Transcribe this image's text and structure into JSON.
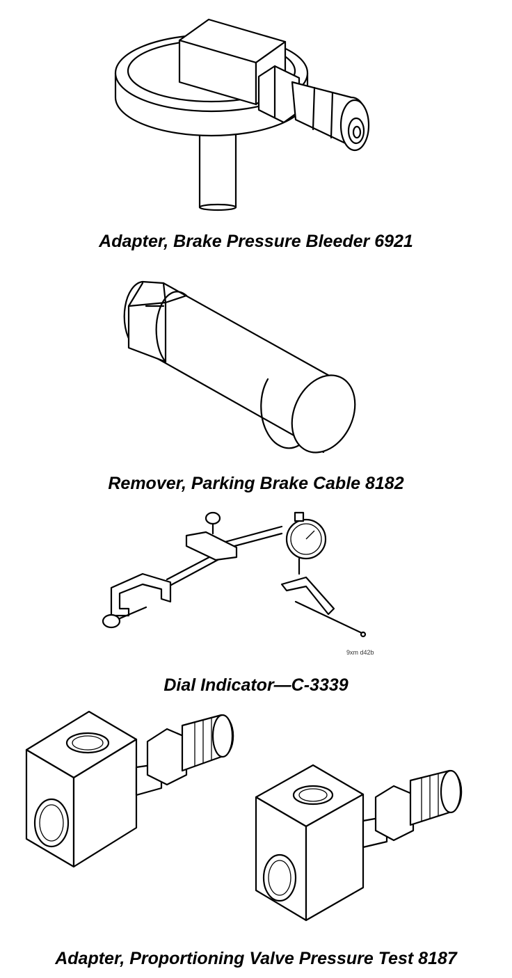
{
  "tools": [
    {
      "caption": "Adapter, Brake Pressure Bleeder 6921",
      "icon": "brake-bleeder-adapter"
    },
    {
      "caption": "Remover, Parking Brake Cable 8182",
      "icon": "parking-brake-cable-remover"
    },
    {
      "caption": "Dial Indicator—C-3339",
      "icon": "dial-indicator",
      "figure_code": "9xm d42b"
    },
    {
      "caption": "Adapter, Proportioning Valve Pressure Test 8187",
      "icon": "proportioning-valve-adapter"
    }
  ]
}
